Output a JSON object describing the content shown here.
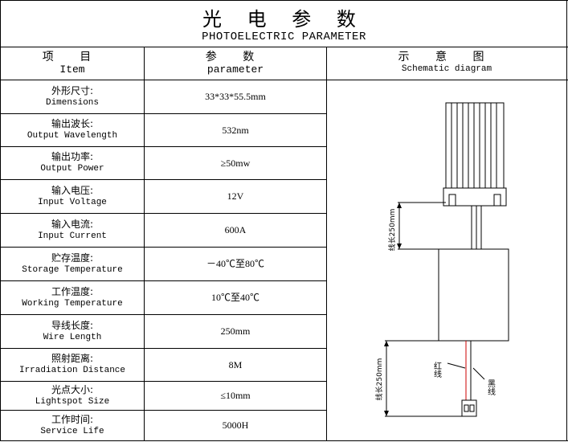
{
  "title": {
    "cn": "光 电 参 数",
    "en": "PHOTOELECTRIC PARAMETER"
  },
  "headers": {
    "item": {
      "cn": "项 目",
      "en": "Item"
    },
    "param": {
      "cn": "参 数",
      "en": "parameter"
    },
    "diagram": {
      "cn": "示 意 图",
      "en": "Schematic diagram"
    }
  },
  "rows": [
    {
      "cn": "外形尺寸:",
      "en": "Dimensions",
      "value": "33*33*55.5mm"
    },
    {
      "cn": "输出波长:",
      "en": "Output Wavelength",
      "value": "532nm"
    },
    {
      "cn": "输出功率:",
      "en": "Output Power",
      "value": "≥50mw"
    },
    {
      "cn": "输入电压:",
      "en": "Input Voltage",
      "value": "12V"
    },
    {
      "cn": "输入电流:",
      "en": "Input Current",
      "value": "600A"
    },
    {
      "cn": "贮存温度:",
      "en": "Storage Temperature",
      "value": "－40℃至80℃"
    },
    {
      "cn": "工作温度:",
      "en": "Working Temperature",
      "value": "10℃至40℃"
    },
    {
      "cn": "导线长度:",
      "en": "Wire Length",
      "value": "250mm"
    },
    {
      "cn": "照射距离:",
      "en": "Irradiation Distance",
      "value": "8M"
    },
    {
      "cn": "光点大小:",
      "en": "Lightspot Size",
      "value": "≤10mm"
    },
    {
      "cn": "工作时间:",
      "en": "Service Life",
      "value": "5000H"
    }
  ],
  "diagram": {
    "wire_length_top": "线长250mm",
    "wire_length_bottom": "线长250mm",
    "red_wire": "红线",
    "black_wire": "黑线"
  }
}
